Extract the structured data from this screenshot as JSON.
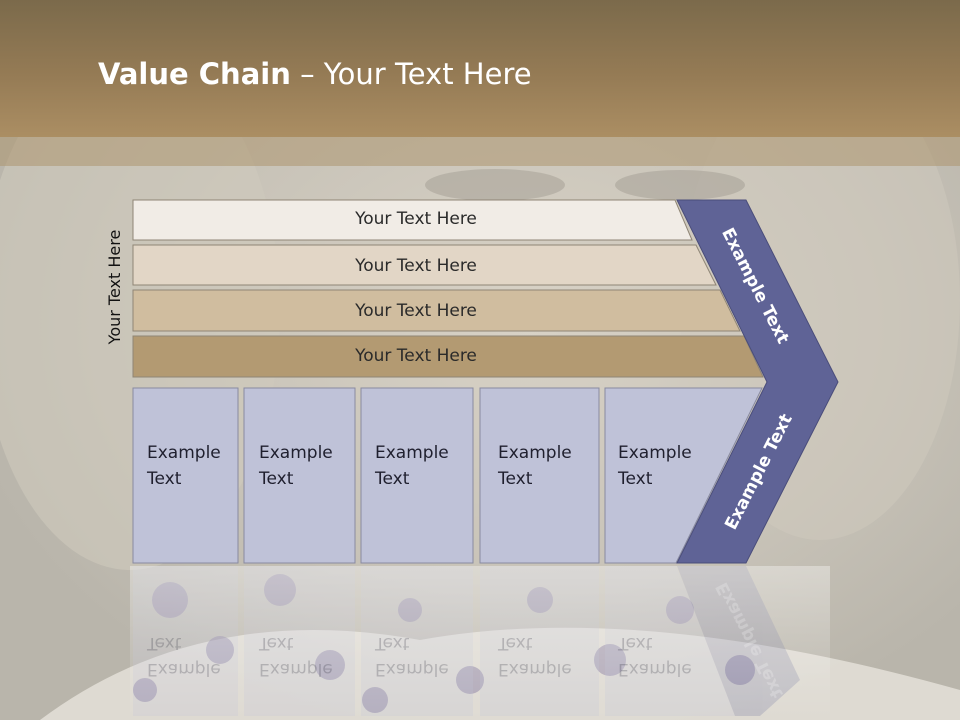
{
  "slide": {
    "title_bold": "Value Chain",
    "title_rest": " – Your Text Here",
    "side_label": "Your Text Here"
  },
  "rows": [
    {
      "label": "Your Text Here"
    },
    {
      "label": "Your Text Here"
    },
    {
      "label": "Your Text Here"
    },
    {
      "label": "Your Text Here"
    }
  ],
  "boxes": [
    {
      "line1": "Example",
      "line2": "Text"
    },
    {
      "line1": "Example",
      "line2": "Text"
    },
    {
      "line1": "Example",
      "line2": "Text"
    },
    {
      "line1": "Example",
      "line2": "Text"
    },
    {
      "line1": "Example",
      "line2": "Text"
    }
  ],
  "chevron": {
    "upper_label": "Example Text",
    "lower_label": "Example Text"
  },
  "colors": {
    "header": "#957b55",
    "row_1": "#f1ece6",
    "row_2": "#e2d6c6",
    "row_3": "#d0bd9f",
    "row_4": "#b39a72",
    "box_fill": "#bfc2d8",
    "chevron": "#5f6396"
  }
}
